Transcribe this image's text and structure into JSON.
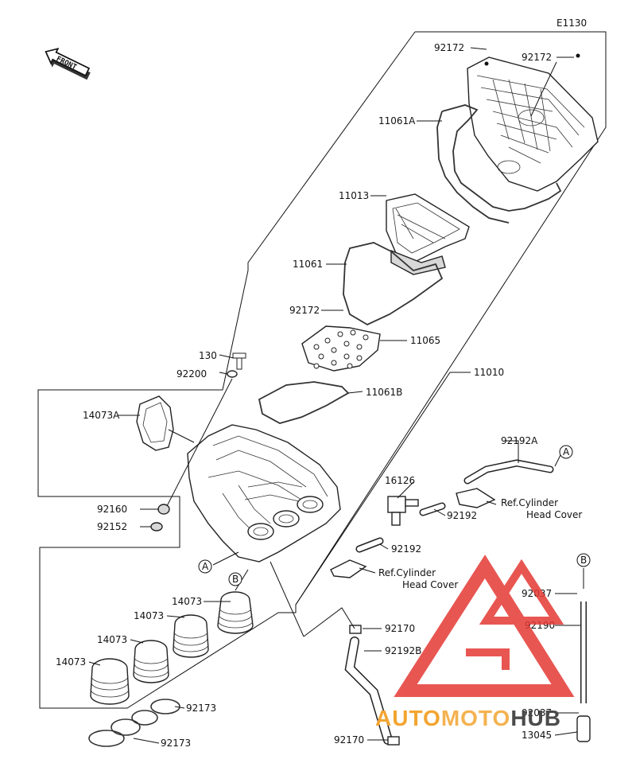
{
  "diagram_code": "E1130",
  "front_label": "FRONT",
  "parts": {
    "p92172_top_left": "92172",
    "p92172_top_right": "92172",
    "p11061A": "11061A",
    "p11013": "11013",
    "p11061": "11061",
    "p92172_mid": "92172",
    "p11065": "11065",
    "p11010": "11010",
    "p130": "130",
    "p92200": "92200",
    "p11061B": "11061B",
    "p14073A": "14073A",
    "p92192A": "92192A",
    "p16126": "16126",
    "p92192_a": "92192",
    "p92192_b": "92192",
    "p92160": "92160",
    "p92152": "92152",
    "p14073_1": "14073",
    "p14073_2": "14073",
    "p14073_3": "14073",
    "p14073_4": "14073",
    "p92170_top": "92170",
    "p92192B": "92192B",
    "p92173_a": "92173",
    "p92173_b": "92173",
    "p92170_bottom": "92170",
    "p92037_top": "92037",
    "p92190": "92190",
    "p92037_bottom": "92037",
    "p13045": "13045"
  },
  "refs": {
    "ref1_line1": "Ref.Cylinder",
    "ref1_line2": "Head Cover",
    "ref2_line1": "Ref.Cylinder",
    "ref2_line2": "Head Cover"
  },
  "markers": {
    "A_upper": "A",
    "A_lower": "A",
    "B_upper": "B",
    "B_lower": "B"
  },
  "watermark": {
    "text": "AUTOMOTOHUB",
    "part_auto": "AUTO",
    "part_moto": "MOTO",
    "part_hub": "HUB",
    "colors": {
      "auto": "#f2a531",
      "moto": "#f2a531",
      "hub": "#4a4a4a",
      "logo": "#e53935"
    }
  }
}
